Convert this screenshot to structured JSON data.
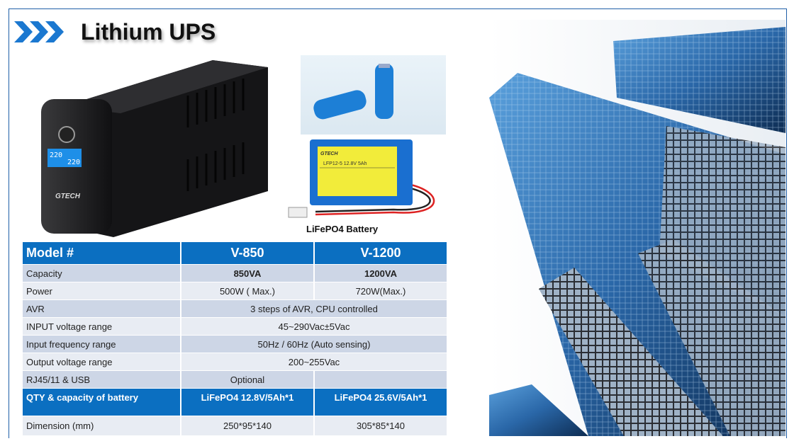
{
  "title": "Lithium UPS",
  "battery_caption": "LiFePO4 Battery",
  "battery_label": {
    "brand": "GTECH",
    "model": "LFP12-5  12.8V 5Ah"
  },
  "ups_brand": "GTECH",
  "ups_display": {
    "left": "220",
    "right": "220"
  },
  "colors": {
    "accent": "#0b6fc1",
    "row_dark": "#cdd6e6",
    "row_light": "#e8ecf3"
  },
  "table": {
    "header": [
      "Model #",
      "V-850",
      "V-1200"
    ],
    "rows": [
      {
        "label": "Capacity",
        "v850": "850VA",
        "v1200": "1200VA"
      },
      {
        "label": "Power",
        "v850": "500W ( Max.)",
        "v1200": "720W(Max.)"
      },
      {
        "label": "AVR",
        "both": "3 steps of AVR, CPU controlled"
      },
      {
        "label": "INPUT voltage range",
        "both": "45~290Vac±5Vac"
      },
      {
        "label": "Input frequency range",
        "both": "50Hz / 60Hz (Auto sensing)"
      },
      {
        "label": "Output voltage range",
        "both": "200~255Vac"
      },
      {
        "label": "RJ45/11 & USB",
        "v850": "Optional",
        "v1200": ""
      },
      {
        "label": "QTY & capacity of battery",
        "v850": "LiFePO4 12.8V/5Ah*1",
        "v1200": "LiFePO4 25.6V/5Ah*1"
      },
      {
        "label": "Dimension (mm)",
        "v850": "250*95*140",
        "v1200": "305*85*140"
      }
    ]
  }
}
